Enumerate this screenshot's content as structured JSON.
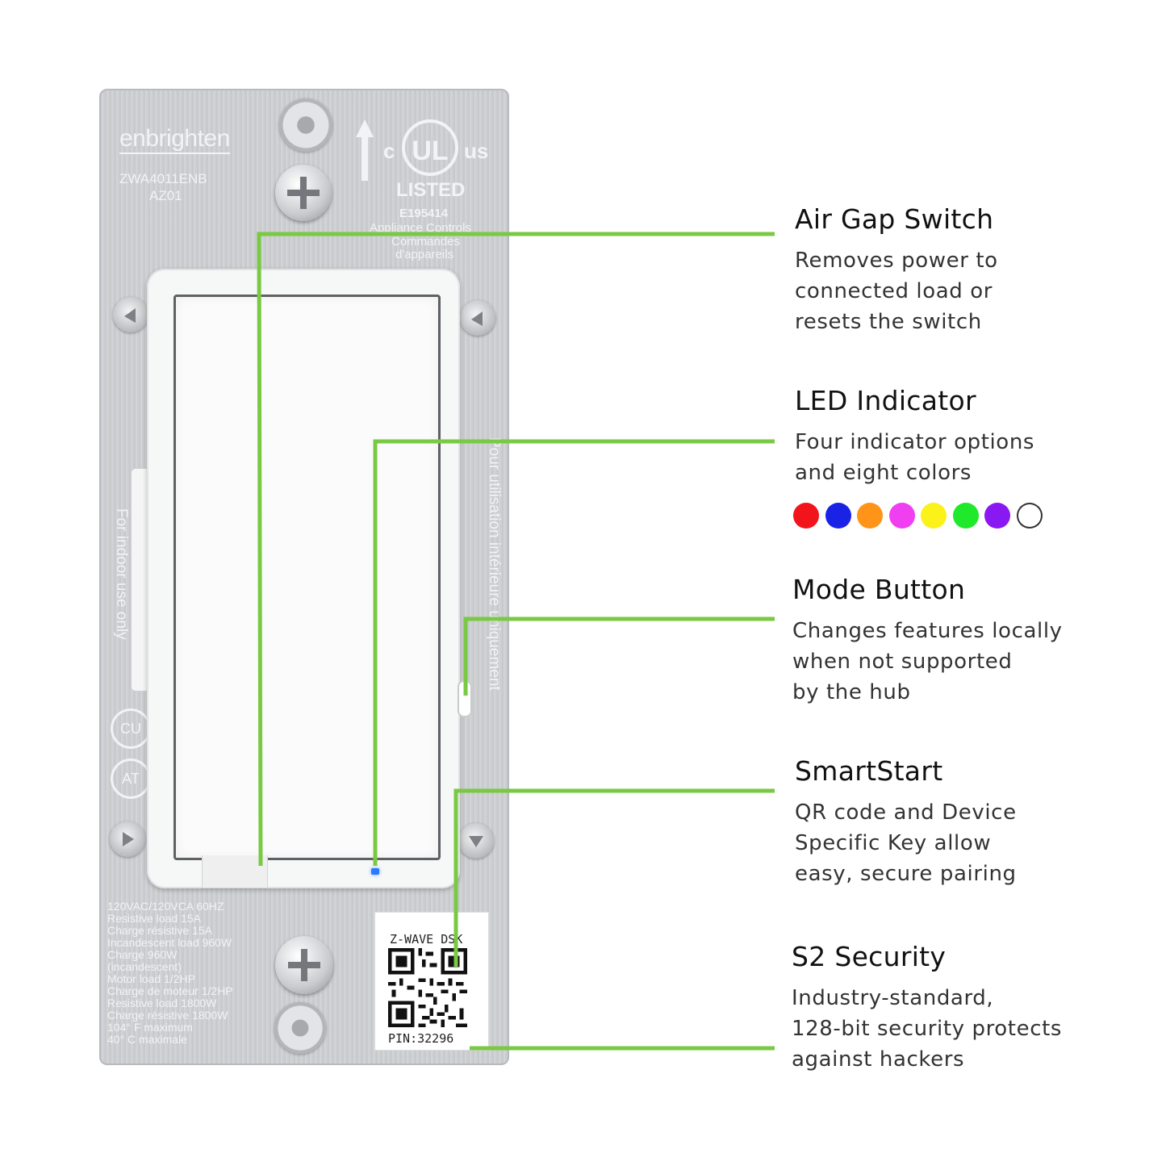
{
  "plate": {
    "brand": "enbrighten",
    "model": "ZWA4011ENB",
    "revision": "AZ01",
    "ul_c": "c",
    "ul_mark": "UL",
    "ul_us": "us",
    "ul_listed": "LISTED",
    "ul_file": "E195414",
    "ul_line1": "Appliance Controls",
    "ul_line2": "Commandes",
    "ul_line3": "d'appareils",
    "indoor_en": "For indoor use only",
    "indoor_fr": "Pour utilisation intérieure uniquement",
    "ratings": [
      "120VAC/120VCA 60HZ",
      "Resistive load 15A",
      "Charge résistive 15A",
      "Incandescent load 960W",
      "Charge 960W",
      "(incandescent)",
      "Motor load 1/2HP",
      "Charge de moteur 1/2HP",
      "Resistive load 1800W",
      "Charge résistive 1800W",
      "104° F maximum",
      "40° C maximale"
    ],
    "cert1": "CU",
    "cert2": "AT",
    "qr_title": "Z-WAVE DSK",
    "qr_pin": "PIN:32296"
  },
  "callouts": [
    {
      "title": "Air Gap Switch",
      "description": "Removes power to\nconnected load or\nresets the switch"
    },
    {
      "title": "LED Indicator",
      "description": "Four indicator options\nand eight colors"
    },
    {
      "title": "Mode Button",
      "description": "Changes features locally\nwhen not supported\nby the hub"
    },
    {
      "title": "SmartStart",
      "description": "QR code and Device\nSpecific Key allow\neasy, secure pairing"
    },
    {
      "title": "S2 Security",
      "description": "Industry-standard,\n128-bit security protects\nagainst hackers"
    }
  ],
  "led_colors": [
    "#f2141b",
    "#1a22e6",
    "#ff9418",
    "#ef3ff0",
    "#fbf21a",
    "#20e82b",
    "#8a18f2",
    "#ffffff"
  ],
  "accent_line_color": "#7ac943"
}
